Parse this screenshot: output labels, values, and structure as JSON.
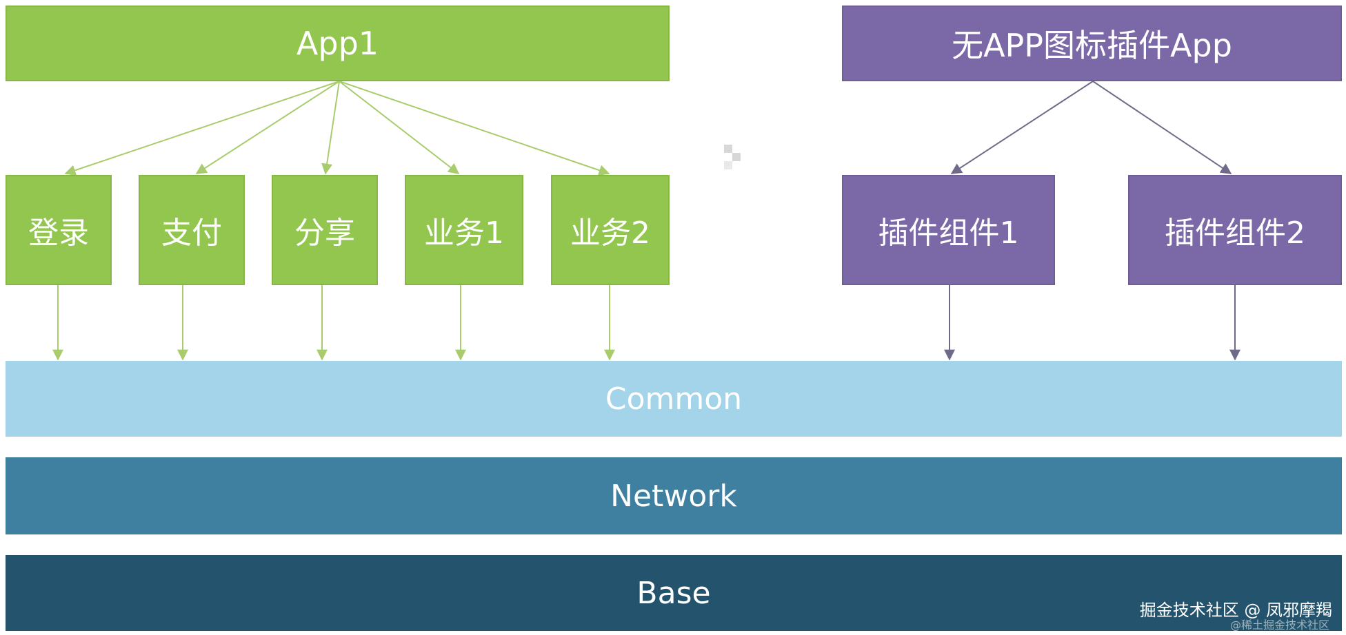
{
  "diagram": {
    "app1": {
      "label": "App1"
    },
    "app1_modules": [
      {
        "label": "登录"
      },
      {
        "label": "支付"
      },
      {
        "label": "分享"
      },
      {
        "label": "业务1"
      },
      {
        "label": "业务2"
      }
    ],
    "plugin_app": {
      "label": "无APP图标插件App"
    },
    "plugin_modules": [
      {
        "label": "插件组件1"
      },
      {
        "label": "插件组件2"
      }
    ],
    "layers": {
      "common": "Common",
      "network": "Network",
      "base": "Base"
    }
  },
  "watermark": {
    "text": "掘金技术社区 @ 凤邪摩羯",
    "faint_text": "@稀土掘金技术社区"
  },
  "colors": {
    "app_green": "#92c64f",
    "plugin_purple": "#7b68a6",
    "common_light_blue": "#a3d4ea",
    "network_blue": "#3f7fa0",
    "base_dark_blue": "#24546d",
    "green_arrow": "#a8cc6c",
    "purple_arrow": "#6f6a8a"
  }
}
